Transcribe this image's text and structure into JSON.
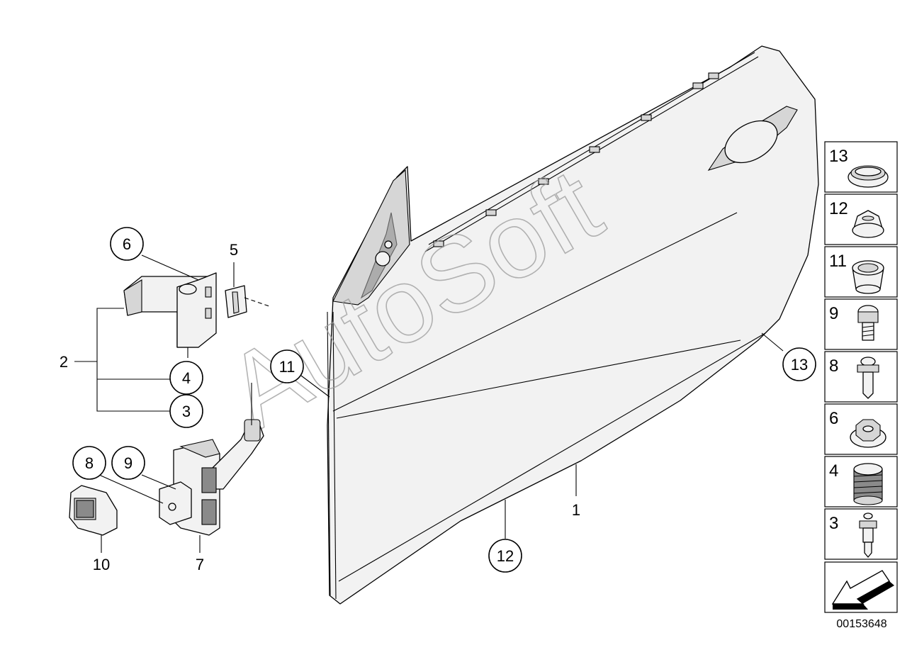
{
  "diagram": {
    "watermark": "AutoSoft",
    "drawing_code": "00153648",
    "callouts": {
      "c1": "1",
      "c2": "2",
      "c3": "3",
      "c4": "4",
      "c5": "5",
      "c6": "6",
      "c7": "7",
      "c8": "8",
      "c9": "9",
      "c10": "10",
      "c11": "11",
      "c12": "12",
      "c13": "13"
    },
    "legend_panel": [
      {
        "label": "13",
        "icon": "grommet-plug-icon"
      },
      {
        "label": "12",
        "icon": "rubber-buffer-icon"
      },
      {
        "label": "11",
        "icon": "sleeve-icon"
      },
      {
        "label": "9",
        "icon": "torx-bolt-short-icon"
      },
      {
        "label": "8",
        "icon": "torx-bolt-long-icon"
      },
      {
        "label": "6",
        "icon": "hex-collar-nut-icon"
      },
      {
        "label": "4",
        "icon": "threaded-bushing-icon"
      },
      {
        "label": "3",
        "icon": "stepped-bolt-icon"
      }
    ],
    "navigation_arrow": "arrow-down-left-icon"
  }
}
